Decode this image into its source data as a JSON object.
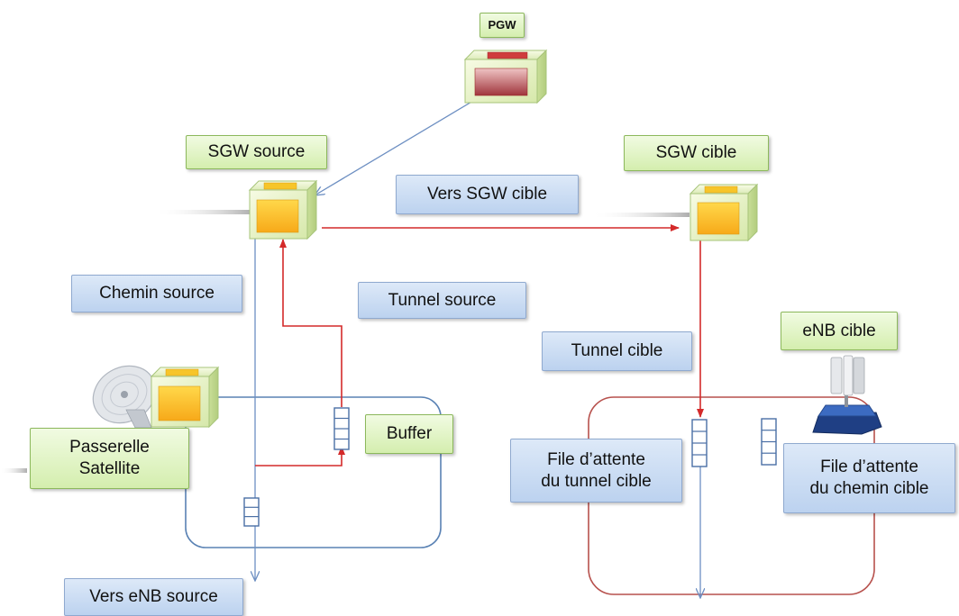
{
  "labels": {
    "pgw": "PGW",
    "sgw_source": "SGW source",
    "sgw_cible": "SGW cible",
    "vers_sgw_cible": "Vers SGW cible",
    "chemin_source": "Chemin  source",
    "tunnel_source": "Tunnel  source",
    "tunnel_cible": "Tunnel  cible",
    "enb_cible": "eNB cible",
    "buffer": "Buffer",
    "passerelle_satellite": "Passerelle\nSatellite",
    "file_tunnel_cible": "File d’attente\ndu tunnel cible",
    "file_chemin_cible": "File d’attente\ndu chemin cible",
    "vers_enb_source": "Vers eNB source"
  },
  "colors": {
    "green_label": "#d4eeae",
    "blue_label": "#bcd2ef",
    "red_line": "#d42a2a",
    "blue_line": "#6d8fc2",
    "source_area_border": "#5a82b4",
    "target_area_border": "#b7514d"
  },
  "icons": [
    "pgw-node-icon",
    "sgw-node-icon",
    "satellite-dish-icon",
    "antenna-icon",
    "queue-icon"
  ]
}
